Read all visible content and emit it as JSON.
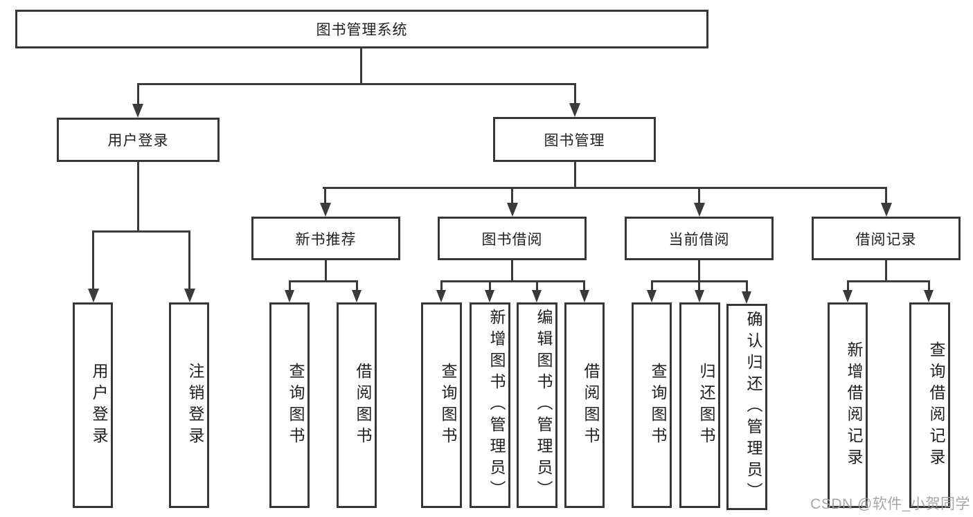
{
  "colors": {
    "background": "#ffffff",
    "box_border": "#363636",
    "connector_line": "#3a3a3a",
    "text": "#1f1f1f",
    "watermark": "#9d9d9d"
  },
  "watermark": "CSDN @软件_小贺同学",
  "tree": {
    "root": "图书管理系统",
    "branches": [
      {
        "label": "用户登录",
        "children": [
          {
            "label": "用户登录"
          },
          {
            "label": "注销登录"
          }
        ]
      },
      {
        "label": "图书管理",
        "children": [
          {
            "label": "新书推荐",
            "children": [
              {
                "label": "查询图书"
              },
              {
                "label": "借阅图书"
              }
            ]
          },
          {
            "label": "图书借阅",
            "children": [
              {
                "label": "查询图书"
              },
              {
                "label": "新增图书（管理员）"
              },
              {
                "label": "编辑图书（管理员）"
              },
              {
                "label": "借阅图书"
              }
            ]
          },
          {
            "label": "当前借阅",
            "children": [
              {
                "label": "查询图书"
              },
              {
                "label": "归还图书"
              },
              {
                "label": "确认归还（管理员）"
              }
            ]
          },
          {
            "label": "借阅记录",
            "children": [
              {
                "label": "新增借阅记录"
              },
              {
                "label": "查询借阅记录"
              }
            ]
          }
        ]
      }
    ]
  }
}
